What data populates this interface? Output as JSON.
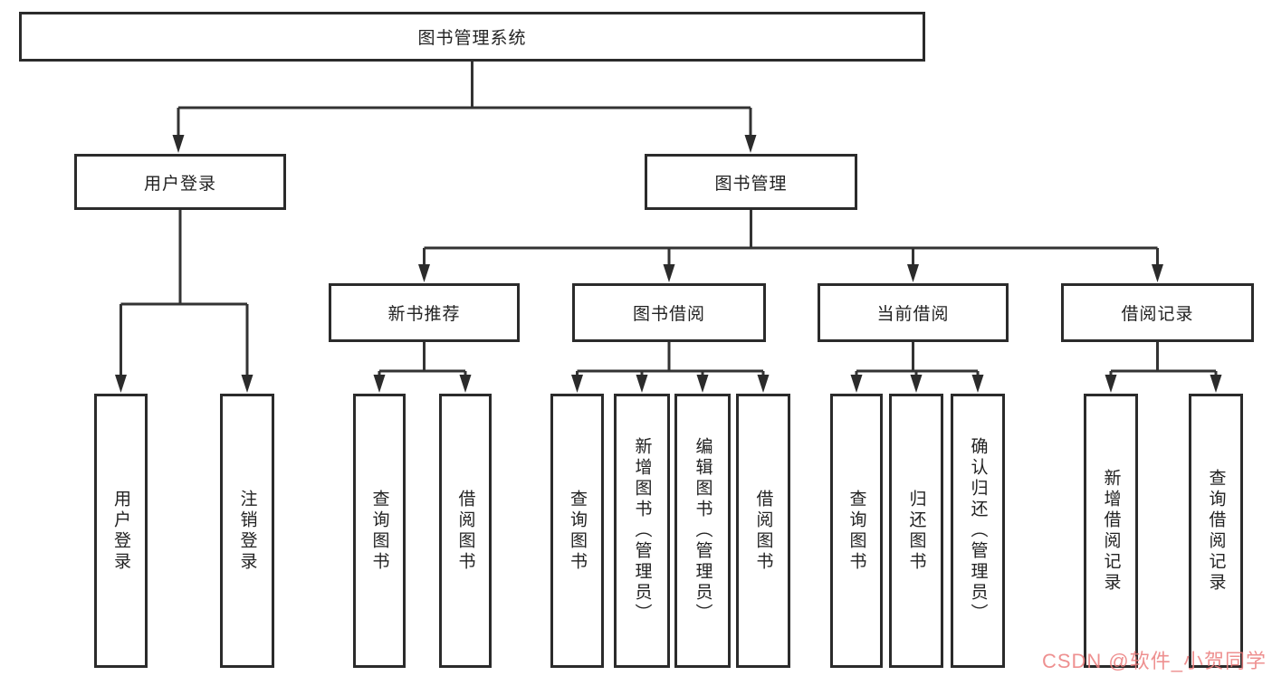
{
  "diagram": {
    "root": {
      "label": "图书管理系统"
    },
    "level2": [
      {
        "label": "用户登录"
      },
      {
        "label": "图书管理"
      }
    ],
    "level3": [
      {
        "label": "新书推荐"
      },
      {
        "label": "图书借阅"
      },
      {
        "label": "当前借阅"
      },
      {
        "label": "借阅记录"
      }
    ],
    "leaves": {
      "user_login": [
        "用户登录",
        "注销登录"
      ],
      "new_book_recommend": [
        "查询图书",
        "借阅图书"
      ],
      "book_borrow": [
        "查询图书",
        "新增图书（管理员）",
        "编辑图书（管理员）",
        "借阅图书"
      ],
      "current_borrow": [
        "查询图书",
        "归还图书",
        "确认归还（管理员）"
      ],
      "borrow_records": [
        "新增借阅记录",
        "查询借阅记录"
      ]
    },
    "colors": {
      "line": "#333333",
      "arrow": "#2b2b2b",
      "box_border": "#2b2b2b",
      "text": "#222222",
      "watermark": "#eb7d7d",
      "background": "#ffffff"
    }
  },
  "watermark": {
    "text": "CSDN @软件_小贺同学"
  }
}
